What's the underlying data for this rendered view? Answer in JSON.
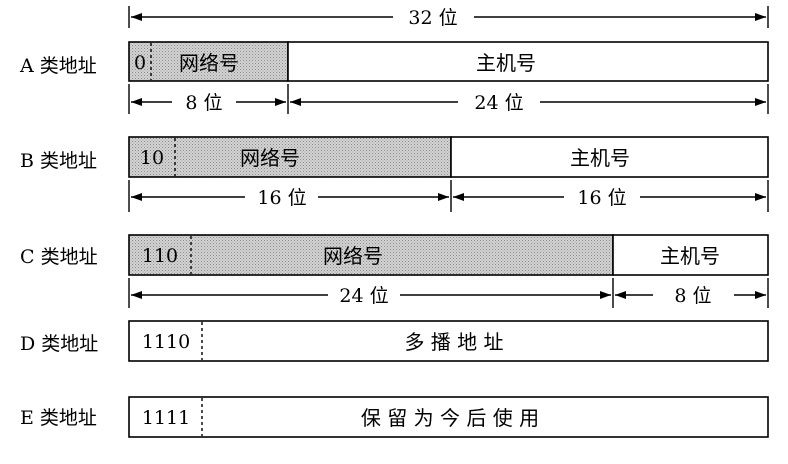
{
  "classes": {
    "a": {
      "label": "A 类地址",
      "prefix": "0",
      "network": "网络号",
      "host": "主机号"
    },
    "b": {
      "label": "B 类地址",
      "prefix": "10",
      "network": "网络号",
      "host": "主机号"
    },
    "c": {
      "label": "C 类地址",
      "prefix": "110",
      "network": "网络号",
      "host": "主机号"
    },
    "d": {
      "label": "D 类地址",
      "prefix": "1110",
      "rest": "多 播 地 址"
    },
    "e": {
      "label": "E 类地址",
      "prefix": "1111",
      "rest": "保 留 为 今 后 使 用"
    }
  },
  "dimensions": {
    "total": "32 位",
    "a_network": "8 位",
    "a_host": "24 位",
    "b_network": "16 位",
    "b_host": "16 位",
    "c_network": "24 位",
    "c_host": "8 位"
  }
}
